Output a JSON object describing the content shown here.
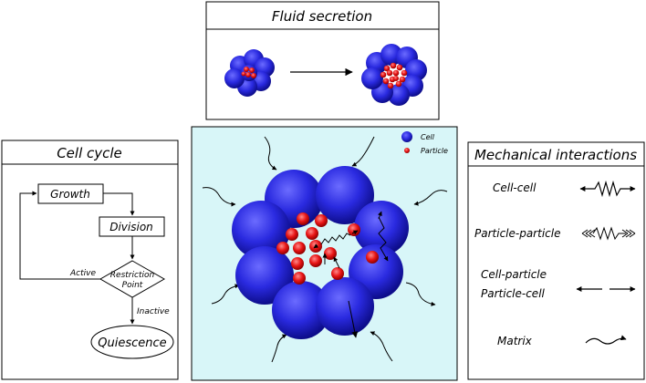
{
  "fluid_secretion": {
    "title": "Fluid secretion"
  },
  "cell_cycle": {
    "title": "Cell cycle",
    "growth": "Growth",
    "division": "Division",
    "restriction_line1": "Restriction",
    "restriction_line2": "Point",
    "active": "Active",
    "inactive": "Inactive",
    "quiescence": "Quiescence"
  },
  "simulation": {
    "legend_cell": "Cell",
    "legend_particle": "Particle"
  },
  "mechanical": {
    "title": "Mechanical interactions",
    "cell_cell": "Cell-cell",
    "particle_particle": "Particle-particle",
    "cell_particle": "Cell-particle",
    "particle_cell": "Particle-cell",
    "matrix": "Matrix"
  },
  "colors": {
    "cell": "#2222cc",
    "particle": "#dd1111",
    "sim_background": "#d8f6f8"
  }
}
